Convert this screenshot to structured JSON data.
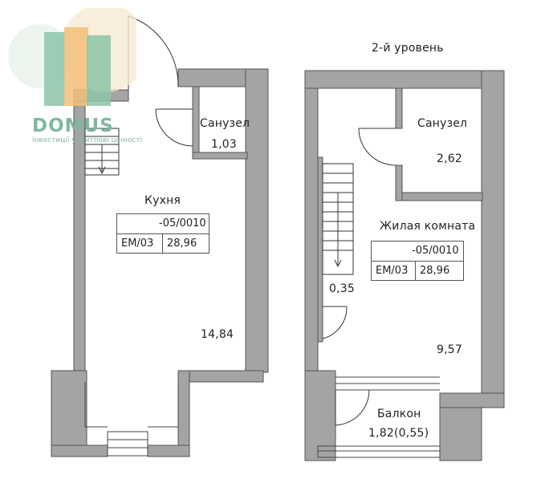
{
  "watermark": {
    "brand": "DOMUS",
    "tagline": "інвестиції у житлові цінності",
    "colors": {
      "green": "#8cc6a8",
      "orange": "#f3c07a",
      "beige": "#f4e3c8"
    }
  },
  "level2_title": "2-й уровень",
  "level1": {
    "kitchen": {
      "name": "Кухня",
      "area": "14,84"
    },
    "bathroom": {
      "name": "Санузел",
      "area": "1,03"
    },
    "tag": {
      "code": "-05/0010",
      "series": "EM/03",
      "total": "28,96"
    }
  },
  "level2": {
    "bathroom": {
      "name": "Санузел",
      "area": "2,62"
    },
    "living_room": {
      "name": "Жилая комната",
      "area": "9,57"
    },
    "stair_area": "0,35",
    "balcony": {
      "name": "Балкон",
      "area": "1,82(0,55)"
    },
    "tag": {
      "code": "-05/0010",
      "series": "EM/03",
      "total": "28,96"
    }
  },
  "colors": {
    "wall": "#9a9a9a",
    "wall_dark": "#777777",
    "line": "#333333"
  }
}
